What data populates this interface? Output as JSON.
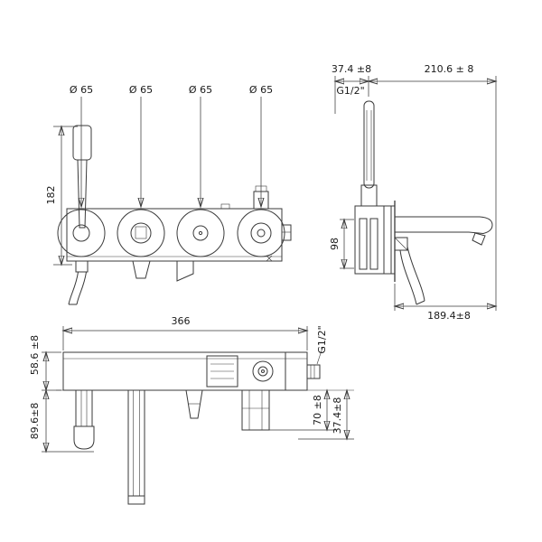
{
  "meta": {
    "background": "#ffffff",
    "line_color": "#3a3a3a",
    "text_color": "#1a1a1a",
    "drawing_type": "faucet technical dimension drawing"
  },
  "front_view": {
    "dia_1": "Ø 65",
    "dia_2": "Ø 65",
    "dia_3": "Ø 65",
    "dia_4": "Ø 65",
    "overall_height": "182"
  },
  "side_view": {
    "handshower_offset": "37.4 ±8",
    "top_reach": "210.6 ± 8",
    "thread": "G1/2\"",
    "body_height": "98",
    "spout_reach": "189.4±8"
  },
  "plan_view": {
    "overall_width": "366",
    "body_depth": "58.6 ±8",
    "handle_depth": "89.6±8",
    "thread": "G1/2\"",
    "projection_a": "70 ±8",
    "projection_b": "37.4±8"
  }
}
